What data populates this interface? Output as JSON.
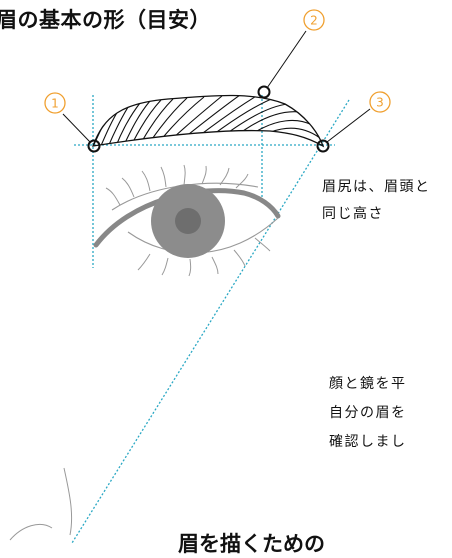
{
  "title": "眉の基本の形（目安）",
  "markers": [
    {
      "id": 1,
      "label": "1"
    },
    {
      "id": 2,
      "label": "2"
    },
    {
      "id": 3,
      "label": "3"
    }
  ],
  "note_brow_tail": [
    "眉尻は、眉頭と",
    "同じ高さ"
  ],
  "note_mirror": [
    "顔と鏡を平",
    "自分の眉を",
    "確認しまし"
  ],
  "bottom_title": "眉を描くための",
  "colors": {
    "guide_line": "#2aa8c4",
    "marker": "#f0a030",
    "iris": "#8c8c8c",
    "pupil": "#6e6e6e",
    "eyelid": "#888888"
  }
}
